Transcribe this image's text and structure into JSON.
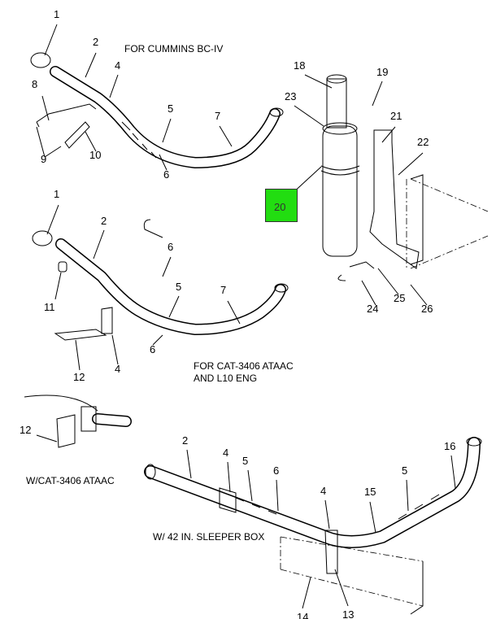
{
  "captions": {
    "cummins": "FOR CUMMINS BC-IV",
    "cat_line1": "FOR CAT-3406 ATAAC",
    "cat_line2": "AND L10 ENG",
    "cat_detail": "W/CAT-3406 ATAAC",
    "sleeper": "W/ 42 IN. SLEEPER BOX"
  },
  "highlight": {
    "label": "20",
    "color": "#22dd11"
  },
  "callouts": {
    "top": [
      "1",
      "2",
      "4",
      "8",
      "5",
      "7",
      "9",
      "10",
      "6"
    ],
    "right": [
      "18",
      "19",
      "23",
      "21",
      "22",
      "24",
      "25",
      "26"
    ],
    "middle": [
      "1",
      "2",
      "6",
      "5",
      "7",
      "11",
      "12",
      "4",
      "6"
    ],
    "detail": [
      "12"
    ],
    "bottom": [
      "2",
      "4",
      "5",
      "6",
      "4",
      "15",
      "5",
      "16",
      "14",
      "13"
    ]
  }
}
